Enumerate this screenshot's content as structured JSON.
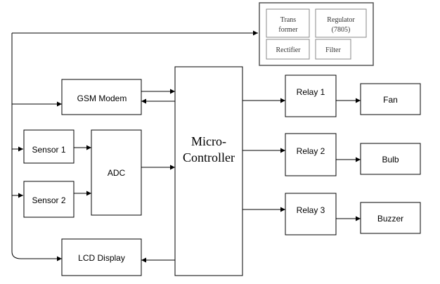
{
  "blocks": {
    "gsm": "GSM Modem",
    "sensor1": "Sensor 1",
    "sensor2": "Sensor 2",
    "adc": "ADC",
    "lcd": "LCD Display",
    "mcu_line1": "Micro-",
    "mcu_line2": "Controller",
    "relay1": "Relay 1",
    "relay2": "Relay 2",
    "relay3": "Relay 3",
    "fan": "Fan",
    "bulb": "Bulb",
    "buzzer": "Buzzer"
  },
  "power_supply": {
    "transformer_line1": "Trans",
    "transformer_line2": "former",
    "regulator_line1": "Regulator",
    "regulator_line2": "(7805)",
    "rectifier": "Rectifier",
    "filter": "Filter"
  },
  "colors": {
    "stroke": "#000000",
    "panel_stroke": "#555555",
    "inner_stroke": "#888888"
  }
}
